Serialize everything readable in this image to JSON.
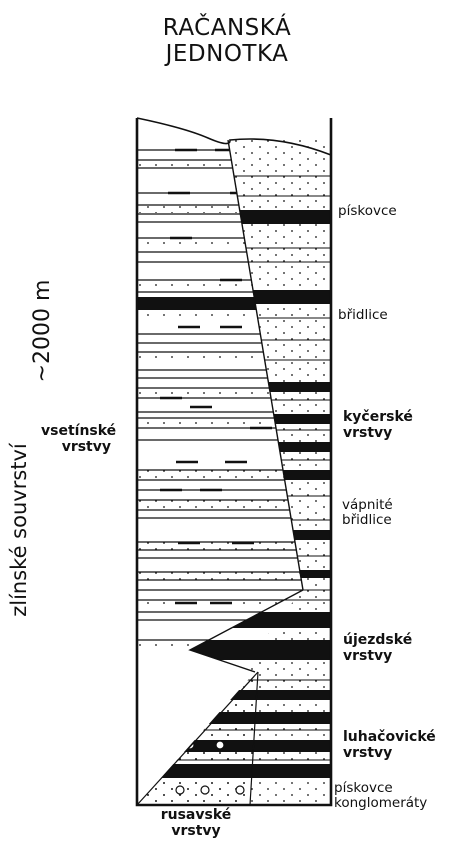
{
  "title_lines": [
    "RAČANSKÁ",
    "JEDNOTKA"
  ],
  "thickness_label": "~2000 m",
  "group_label": "zlínské souvrství",
  "units": {
    "vsetinske": [
      "vsetínské",
      "vrstvy"
    ],
    "kycerske": [
      "kyčerské",
      "vrstvy"
    ],
    "ujezdske": [
      "újezdské",
      "vrstvy"
    ],
    "luhacovicke": [
      "luhačovické",
      "vrstvy"
    ],
    "rusavske": [
      "rusavské",
      "vrstvy"
    ]
  },
  "lithology": {
    "sandstone": "pískovce",
    "shale": "břidlice",
    "calc_shale": [
      "vápnité",
      "břidlice"
    ],
    "sandstone_bottom": "pískovce",
    "conglomerate": "konglomeráty"
  },
  "colors": {
    "ink": "#111111",
    "fill": "#ffffff"
  }
}
